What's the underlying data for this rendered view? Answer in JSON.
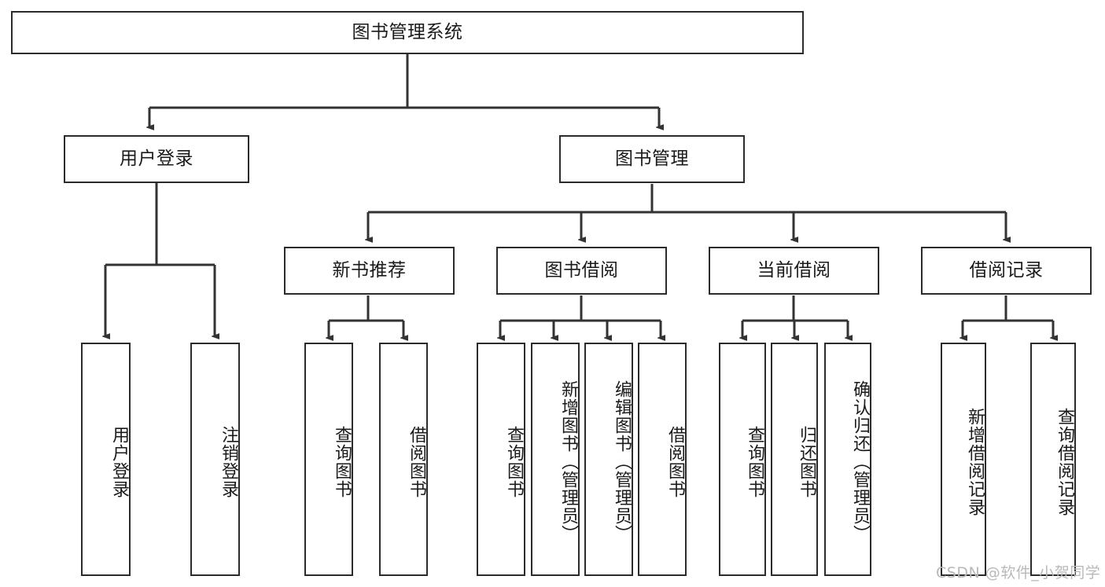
{
  "diagram": {
    "title": "图书管理系统",
    "type": "tree-hierarchy-diagram",
    "colors": {
      "box_border": "#2b2b2b",
      "background": "#ffffff",
      "connector": "#333333",
      "watermark": "#b9b9b9"
    },
    "root": {
      "label": "图书管理系统"
    },
    "level2": [
      {
        "label": "用户登录"
      },
      {
        "label": "图书管理"
      }
    ],
    "level3": [
      {
        "label": "新书推荐"
      },
      {
        "label": "图书借阅"
      },
      {
        "label": "当前借阅"
      },
      {
        "label": "借阅记录"
      }
    ],
    "leaves": {
      "user_login": [
        {
          "label": "用户登录"
        },
        {
          "label": "注销登录"
        }
      ],
      "new_book_recommend": [
        {
          "label": "查询图书"
        },
        {
          "label": "借阅图书"
        }
      ],
      "book_borrow": [
        {
          "label": "查询图书"
        },
        {
          "label": "新增图书（管理员）"
        },
        {
          "label": "编辑图书（管理员）"
        },
        {
          "label": "借阅图书"
        }
      ],
      "current_borrow": [
        {
          "label": "查询图书"
        },
        {
          "label": "归还图书"
        },
        {
          "label": "确认归还（管理员）"
        }
      ],
      "borrow_records": [
        {
          "label": "新增借阅记录"
        },
        {
          "label": "查询借阅记录"
        }
      ]
    },
    "watermark": "CSDN @软件_小贺同学"
  }
}
